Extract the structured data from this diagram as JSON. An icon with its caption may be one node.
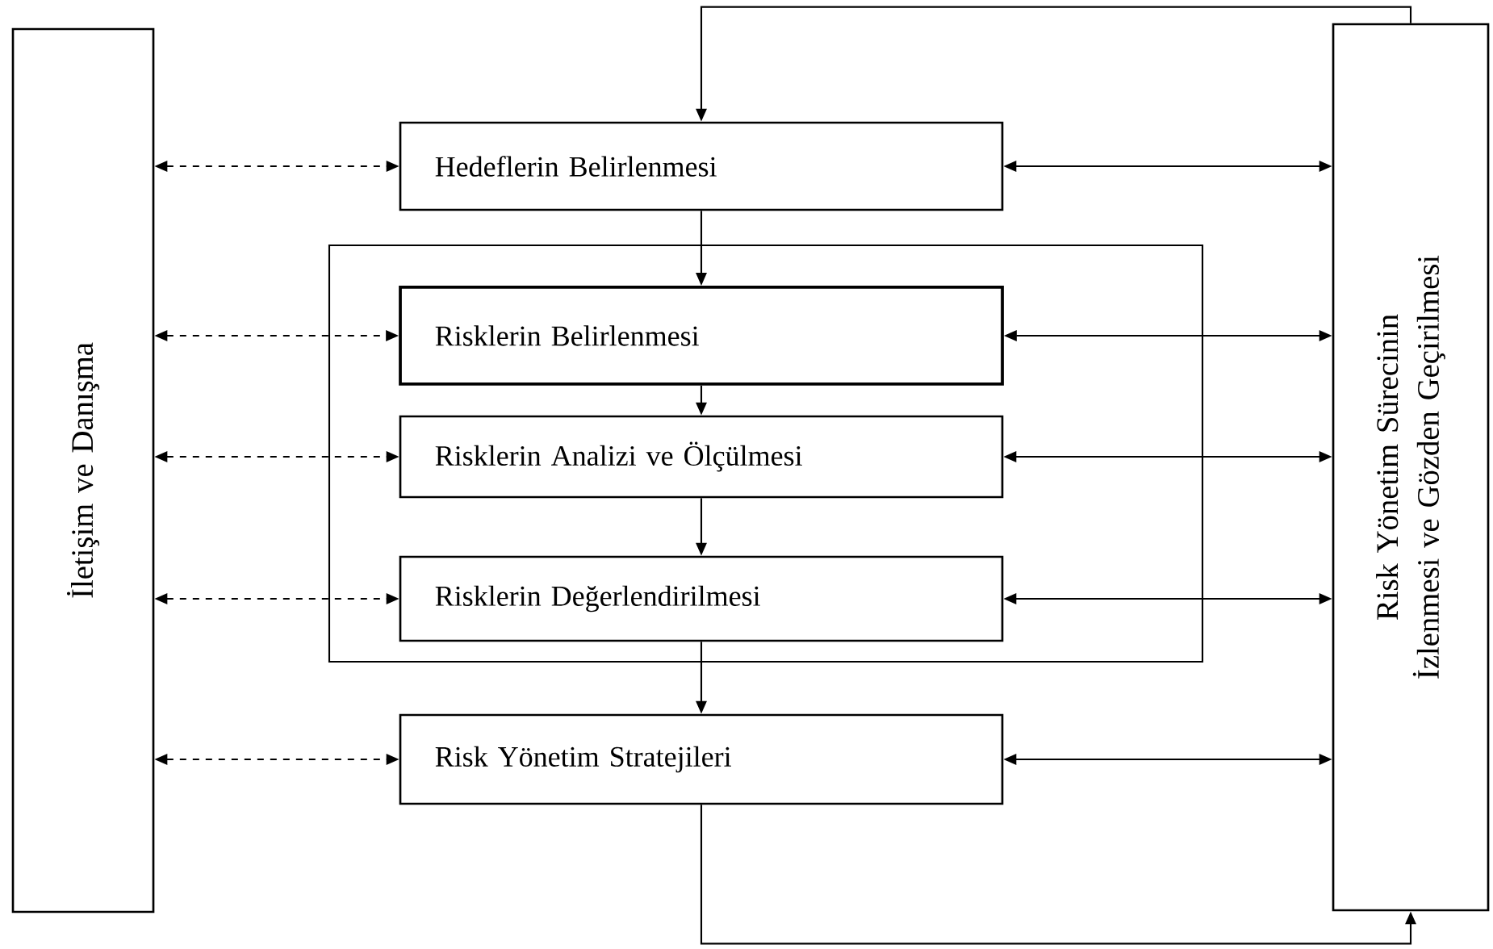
{
  "diagram": {
    "nodes": [
      {
        "text": [
          "İletişim ve Danışma"
        ]
      },
      {
        "text": [
          "Hedeflerin Belirlenmesi"
        ]
      },
      {
        "text": [],
        "shape": "box"
      },
      {
        "text": [
          "Risklerin Belirlenmesi"
        ],
        "in": 2
      },
      {
        "text": [
          "Risklerin Analizi ve Ölçülmesi"
        ],
        "in": 2
      },
      {
        "text": [
          "Risklerin Değerlendirilmesi"
        ],
        "in": 2
      },
      {
        "text": [
          "Risk Yönetim Stratejileri"
        ]
      },
      {
        "text": [
          "Risk Yönetim Sürecinin İzlenmesi ve Gözden Geçirilmesi"
        ]
      }
    ],
    "edges": [
      {
        "from": 0,
        "to": 1,
        "arrow": "both",
        "style": "dashed"
      },
      {
        "from": 0,
        "to": 3,
        "arrow": "both",
        "style": "dashed"
      },
      {
        "from": 0,
        "to": 4,
        "arrow": "both",
        "style": "dashed"
      },
      {
        "from": 0,
        "to": 5,
        "arrow": "both",
        "style": "dashed"
      },
      {
        "from": 0,
        "to": 6,
        "arrow": "both",
        "style": "dashed"
      },
      {
        "from": 1,
        "to": 7,
        "arrow": "both"
      },
      {
        "from": 3,
        "to": 7,
        "arrow": "both"
      },
      {
        "from": 4,
        "to": 7,
        "arrow": "both"
      },
      {
        "from": 5,
        "to": 7,
        "arrow": "both"
      },
      {
        "from": 6,
        "to": 7,
        "arrow": "both"
      },
      {
        "from": 1,
        "to": 3,
        "arrow": "to"
      },
      {
        "from": 3,
        "to": 4,
        "arrow": "to"
      },
      {
        "from": 4,
        "to": 5,
        "arrow": "to"
      },
      {
        "from": 5,
        "to": 6,
        "arrow": "to"
      },
      {
        "from": 6,
        "to": 7,
        "arrow": "to"
      },
      {
        "from": 7,
        "to": 1,
        "arrow": "to"
      }
    ]
  }
}
